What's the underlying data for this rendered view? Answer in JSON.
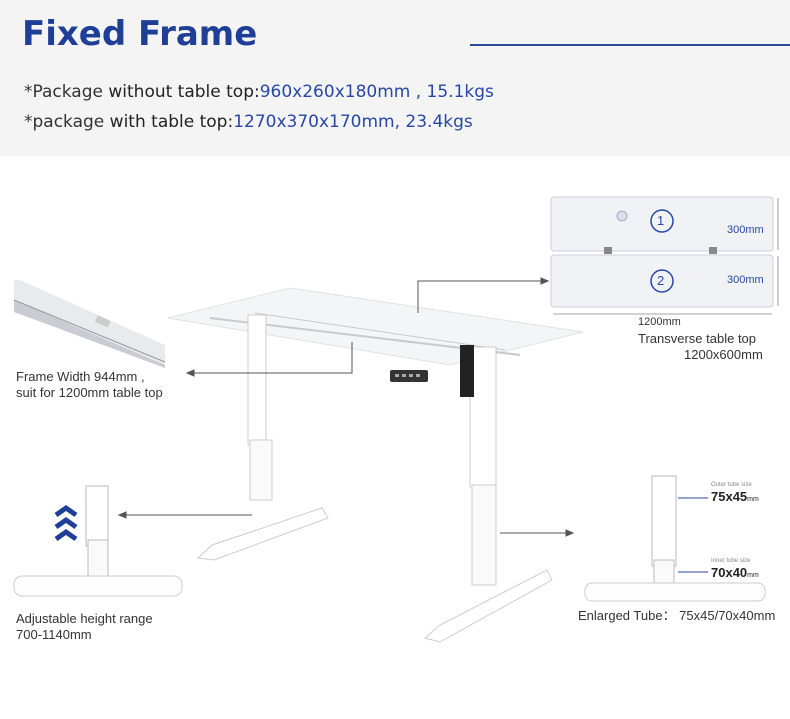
{
  "title": "Fixed Frame",
  "package_1": {
    "prefix": "*Package",
    "bold": " without table top:",
    "value": "960x260x180mm , 15.1kgs"
  },
  "package_2": {
    "prefix": "*package",
    "bold": " with table top:",
    "value": "1270x370x170mm, 23.4kgs"
  },
  "tabletop": {
    "panel_1_number": "1",
    "panel_2_number": "2",
    "panel_1_depth": "300mm",
    "panel_2_depth": "300mm",
    "width": "1200mm",
    "caption_line1": "Transverse table top",
    "caption_line2": "1200x600mm"
  },
  "frame_width": {
    "line1": "Frame Width 944mm ,",
    "line2": "suit for 1200mm table top"
  },
  "height_range": {
    "line1": "Adjustable height range",
    "line2": "700-1140mm"
  },
  "tube": {
    "outer_label": "Outer tube size",
    "outer_value": "75x45",
    "outer_unit": "mm",
    "inner_label": "Inner tube size",
    "inner_value": "70x40",
    "inner_unit": "mm",
    "caption": "Enlarged Tube： 75x45/70x40mm"
  },
  "colors": {
    "accent": "#1f3f96",
    "text": "#333333",
    "header_bg": "#f4f4f4"
  }
}
